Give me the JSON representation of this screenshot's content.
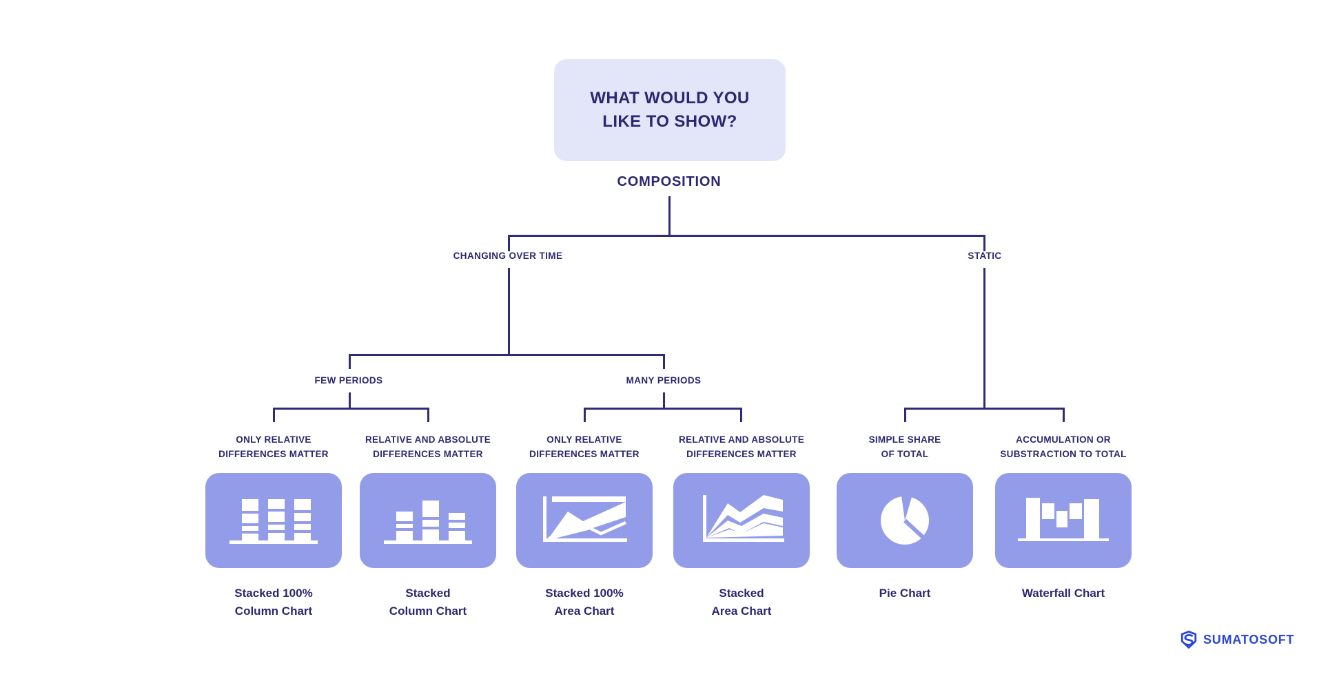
{
  "tree": {
    "root_label": "WHAT WOULD YOU LIKE TO SHOW?",
    "category": "COMPOSITION",
    "level1": [
      {
        "label": "CHANGING OVER TIME"
      },
      {
        "label": "STATIC"
      }
    ],
    "level2": [
      {
        "label": "FEW PERIODS"
      },
      {
        "label": "MANY PERIODS"
      }
    ],
    "leaves": [
      {
        "condition_line1": "ONLY RELATIVE",
        "condition_line2": "DIFFERENCES MATTER",
        "icon": "stacked-100-column-chart-icon",
        "chart_line1": "Stacked 100%",
        "chart_line2": "Column Chart"
      },
      {
        "condition_line1": "RELATIVE AND ABSOLUTE",
        "condition_line2": "DIFFERENCES MATTER",
        "icon": "stacked-column-chart-icon",
        "chart_line1": "Stacked",
        "chart_line2": "Column Chart"
      },
      {
        "condition_line1": "ONLY RELATIVE",
        "condition_line2": "DIFFERENCES MATTER",
        "icon": "stacked-100-area-chart-icon",
        "chart_line1": "Stacked 100%",
        "chart_line2": "Area Chart"
      },
      {
        "condition_line1": "RELATIVE AND ABSOLUTE",
        "condition_line2": "DIFFERENCES MATTER",
        "icon": "stacked-area-chart-icon",
        "chart_line1": "Stacked",
        "chart_line2": "Area Chart"
      },
      {
        "condition_line1": "SIMPLE SHARE",
        "condition_line2": "OF TOTAL",
        "icon": "pie-chart-icon",
        "chart_line1": "Pie Chart",
        "chart_line2": ""
      },
      {
        "condition_line1": "ACCUMULATION OR",
        "condition_line2": "SUBSTRACTION TO TOTAL",
        "icon": "waterfall-chart-icon",
        "chart_line1": "Waterfall Chart",
        "chart_line2": ""
      }
    ]
  },
  "logo": {
    "text": "SUMATOSOFT",
    "icon": "sumatosoft-shield-icon"
  },
  "colors": {
    "text_navy": "#2B2770",
    "line_navy": "#2E2B78",
    "card_periwinkle": "#939CE9",
    "header_lavender": "#E2E6F8",
    "logo_blue": "#2B46D8",
    "background": "#FFFFFF"
  }
}
